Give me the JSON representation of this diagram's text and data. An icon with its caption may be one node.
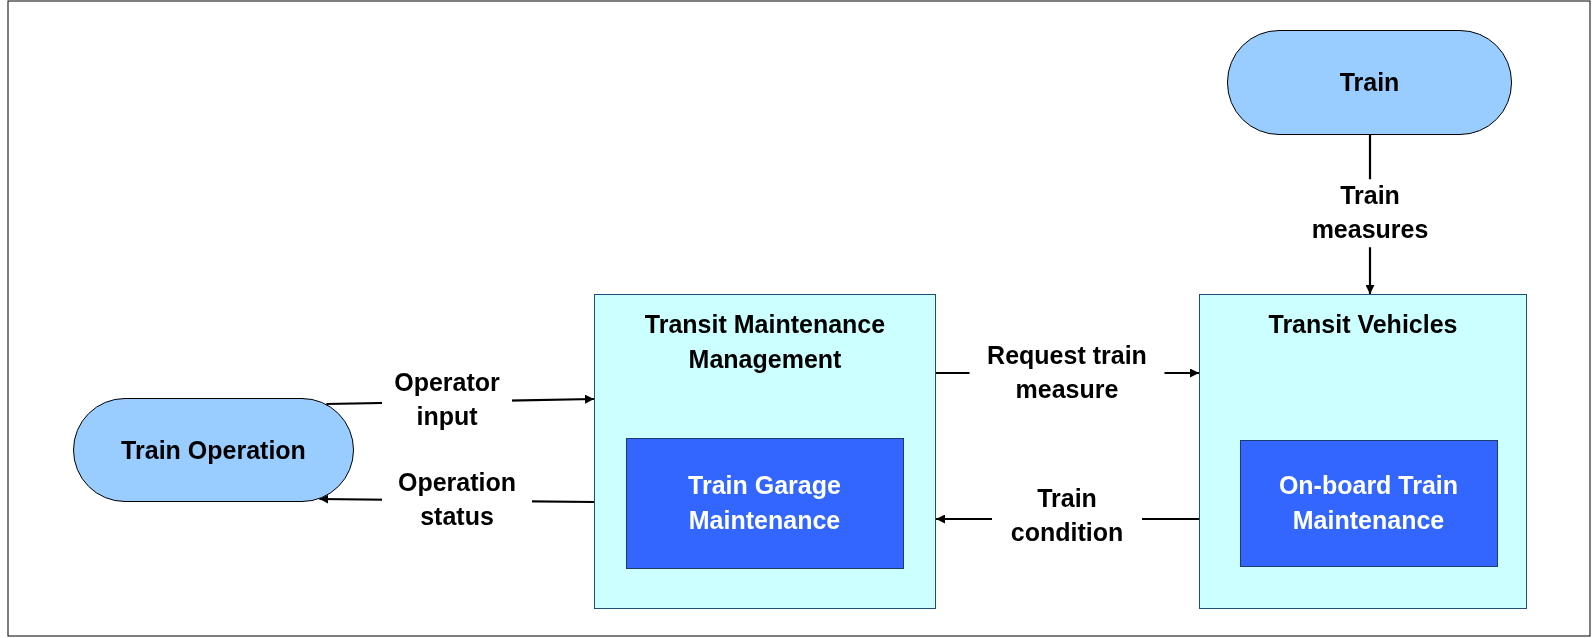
{
  "diagram": {
    "nodes": [
      {
        "text": [
          "Train"
        ]
      },
      {
        "text": [
          "Train Operation"
        ]
      },
      {
        "text": [
          "Transit Maintenance Management"
        ]
      },
      {
        "text": [
          "Train Garage Maintenance"
        ],
        "in": 2
      },
      {
        "text": [
          "Transit Vehicles"
        ]
      },
      {
        "text": [
          "On-board Train Maintenance"
        ],
        "in": 4
      }
    ],
    "edges": [
      {
        "from": 0,
        "to": 4,
        "arrow": "to",
        "label": "Train measures"
      },
      {
        "from": 1,
        "to": 2,
        "arrow": "to",
        "label": "Operator input"
      },
      {
        "from": 2,
        "to": 1,
        "arrow": "to",
        "label": "Operation status"
      },
      {
        "from": 2,
        "to": 4,
        "arrow": "to",
        "label": "Request train measure"
      },
      {
        "from": 4,
        "to": 2,
        "arrow": "to",
        "label": "Train condition"
      }
    ]
  }
}
